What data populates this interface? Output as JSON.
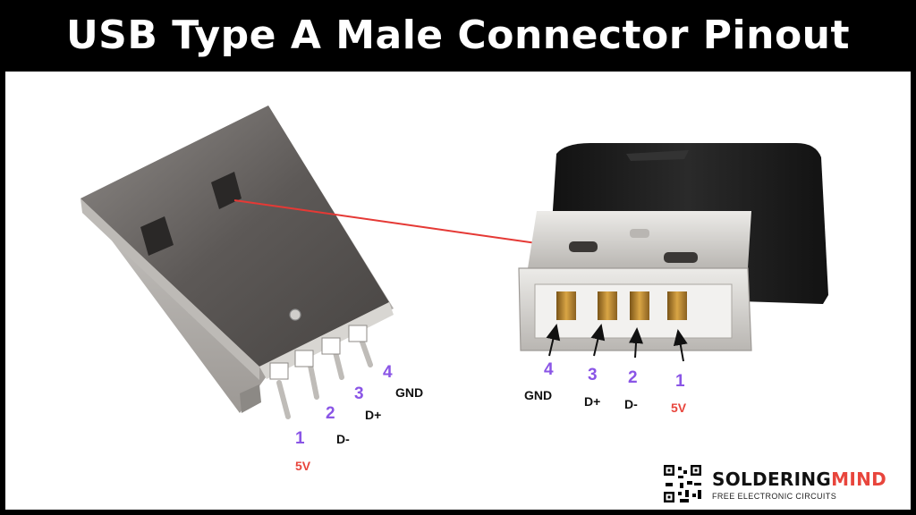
{
  "title": "USB Type A Male Connector Pinout",
  "left_connector": {
    "pins": [
      {
        "number": "1",
        "signal": "5V"
      },
      {
        "number": "2",
        "signal": "D-"
      },
      {
        "number": "3",
        "signal": "D+"
      },
      {
        "number": "4",
        "signal": "GND"
      }
    ]
  },
  "right_connector": {
    "pins": [
      {
        "number": "4",
        "signal": "GND"
      },
      {
        "number": "3",
        "signal": "D+"
      },
      {
        "number": "2",
        "signal": "D-"
      },
      {
        "number": "1",
        "signal": "5V"
      }
    ]
  },
  "brand": {
    "name_main": "SOLDERING",
    "name_accent": "MIND",
    "tagline": "FREE ELECTRONIC CIRCUITS"
  },
  "colors": {
    "pin_number": "#8a55e6",
    "power": "#e8453c",
    "arrow": "#e53935",
    "metal": "#5a5654",
    "plug_body": "#1e1e1e",
    "contact_gold": "#b8862f"
  }
}
